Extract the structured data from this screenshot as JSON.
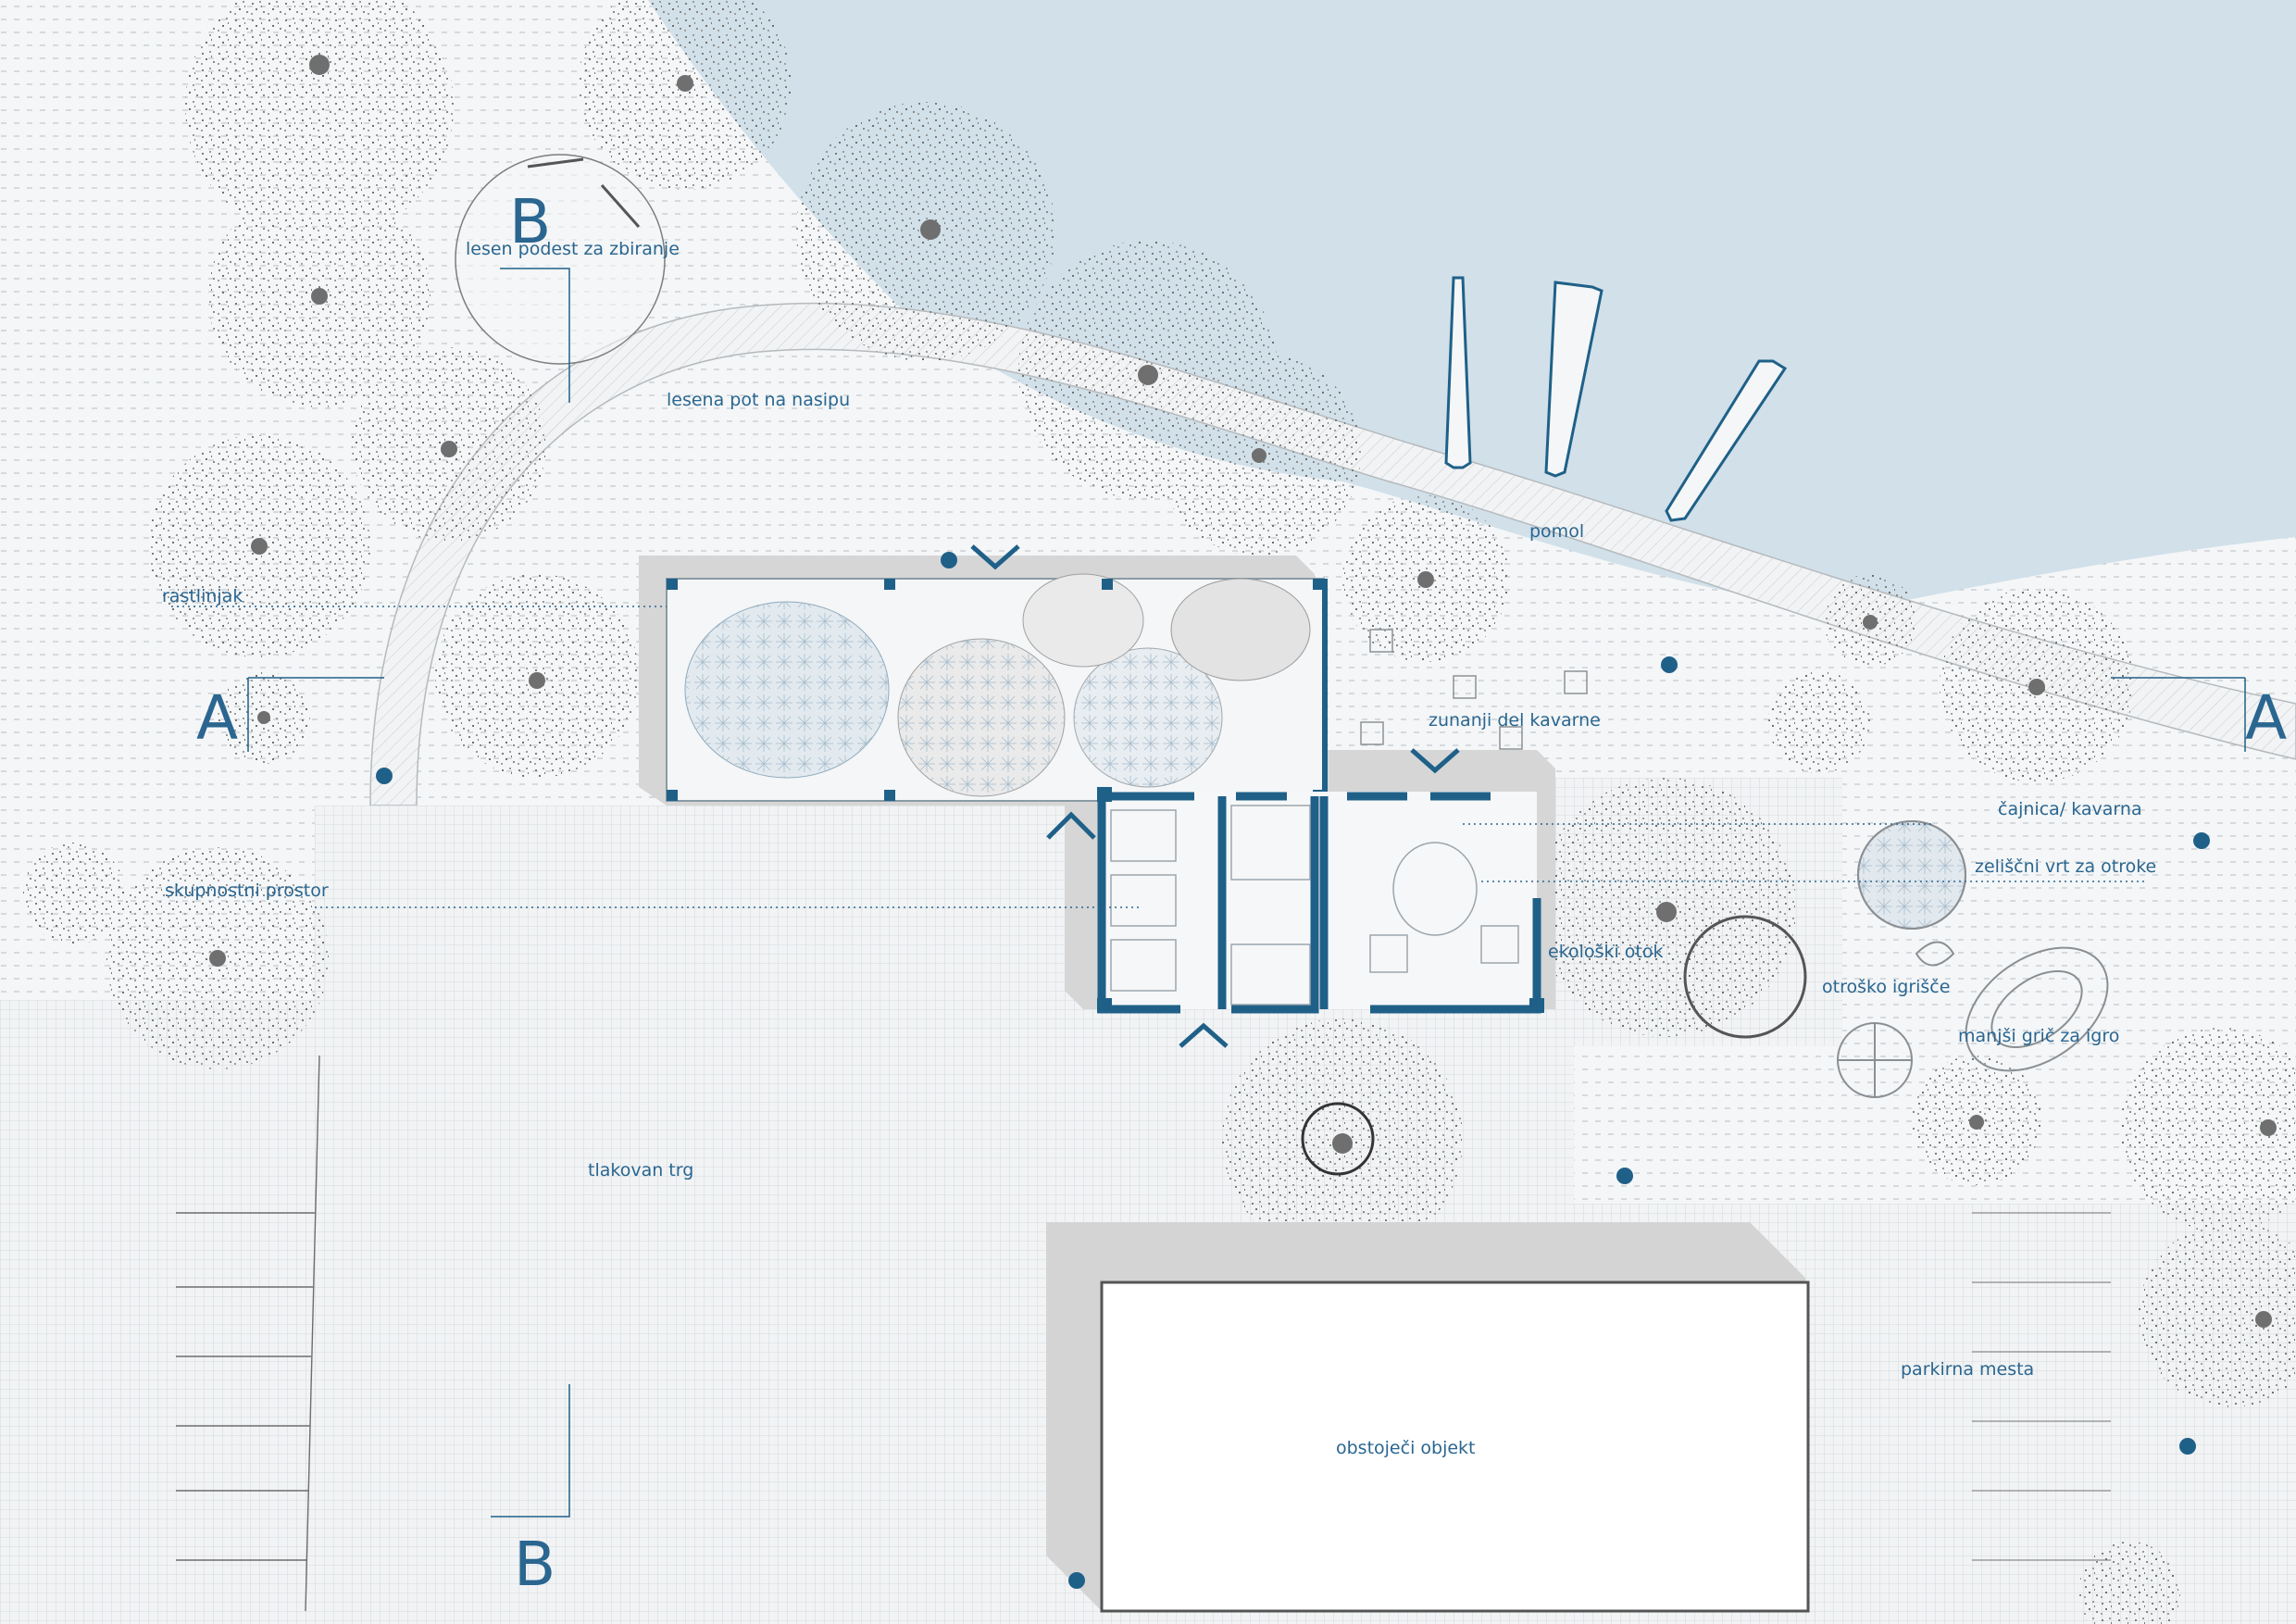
{
  "colors": {
    "accent": "#1f6088",
    "water": "#d1e0e9",
    "tree": "#8e8e8e",
    "label": "#2a6690",
    "paving": "#c9ced2"
  },
  "labels": {
    "podest": "lesen podest za zbiranje",
    "pot": "lesena pot na nasipu",
    "pomol": "pomol",
    "rastlinjak": "rastlinjak",
    "zunanji": "zunanji del kavarne",
    "cajnica": "čajnica/ kavarna",
    "zeliscni": "zeliščni vrt za otroke",
    "skupnostni": "skupnostni prostor",
    "ekoloski": "ekološki otok",
    "otrosko": "otroško igrišče",
    "gric": "manjši grič za igro",
    "trg": "tlakovan trg",
    "parkirna": "parkirna mesta",
    "objekt": "obstoječi objekt"
  },
  "section_marks": {
    "a_left": "A",
    "a_right": "A",
    "b_top": "B",
    "b_bottom": "B"
  },
  "icons": [
    "north-arrow-icon",
    "boat-icon",
    "tree-icon",
    "table-icon",
    "lamp-icon"
  ]
}
